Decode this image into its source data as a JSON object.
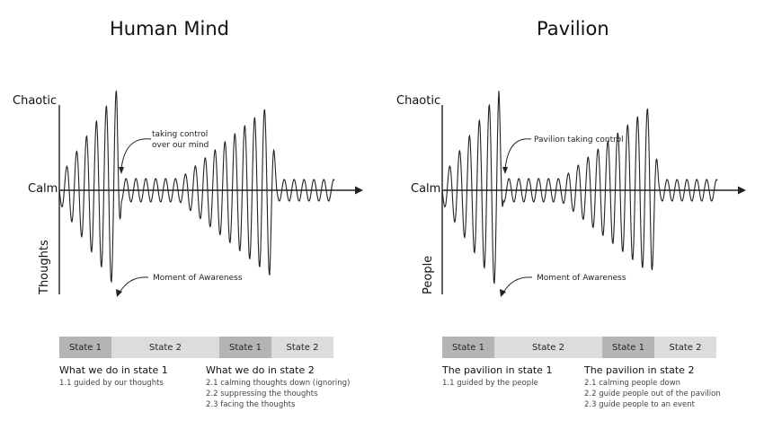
{
  "left": {
    "title": "Human Mind",
    "y_top_label": "Chaotic",
    "y_mid_label": "Calm",
    "y_axis_label": "Thoughts",
    "annotation_control": [
      "taking control",
      "over our mind"
    ],
    "annotation_awareness": "Moment of Awareness",
    "states": [
      {
        "label": "State 1",
        "shade": "dark"
      },
      {
        "label": "State 2",
        "shade": "light"
      },
      {
        "label": "State 1",
        "shade": "dark"
      },
      {
        "label": "State 2",
        "shade": "light"
      }
    ],
    "col1": {
      "heading": "What we do in state 1",
      "items": [
        "1.1 guided by our thoughts"
      ]
    },
    "col2": {
      "heading": "What we do in state 2",
      "items": [
        "2.1 calming thoughts down (ignoring)",
        "2.2 suppressing the thoughts",
        "2.3 facing the thoughts"
      ]
    }
  },
  "right": {
    "title": "Pavilion",
    "y_top_label": "Chaotic",
    "y_mid_label": "Calm",
    "y_axis_label": "People",
    "annotation_control": [
      "Pavilion taking control"
    ],
    "annotation_awareness": "Moment of Awareness",
    "states": [
      {
        "label": "State 1",
        "shade": "dark"
      },
      {
        "label": "State 2",
        "shade": "light"
      },
      {
        "label": "State 1",
        "shade": "dark"
      },
      {
        "label": "State 2",
        "shade": "light"
      }
    ],
    "col1": {
      "heading": "The pavilion in state 1",
      "items": [
        "1.1 guided by the people"
      ]
    },
    "col2": {
      "heading": "The pavilion in state 2",
      "items": [
        "2.1 calming people down",
        "2.2 guide people out of the pavilion",
        "2.3 guide people to an event"
      ]
    }
  },
  "colors": {
    "state1": "#b4b4b4",
    "state2": "#dcdcdc",
    "line": "#222222"
  }
}
